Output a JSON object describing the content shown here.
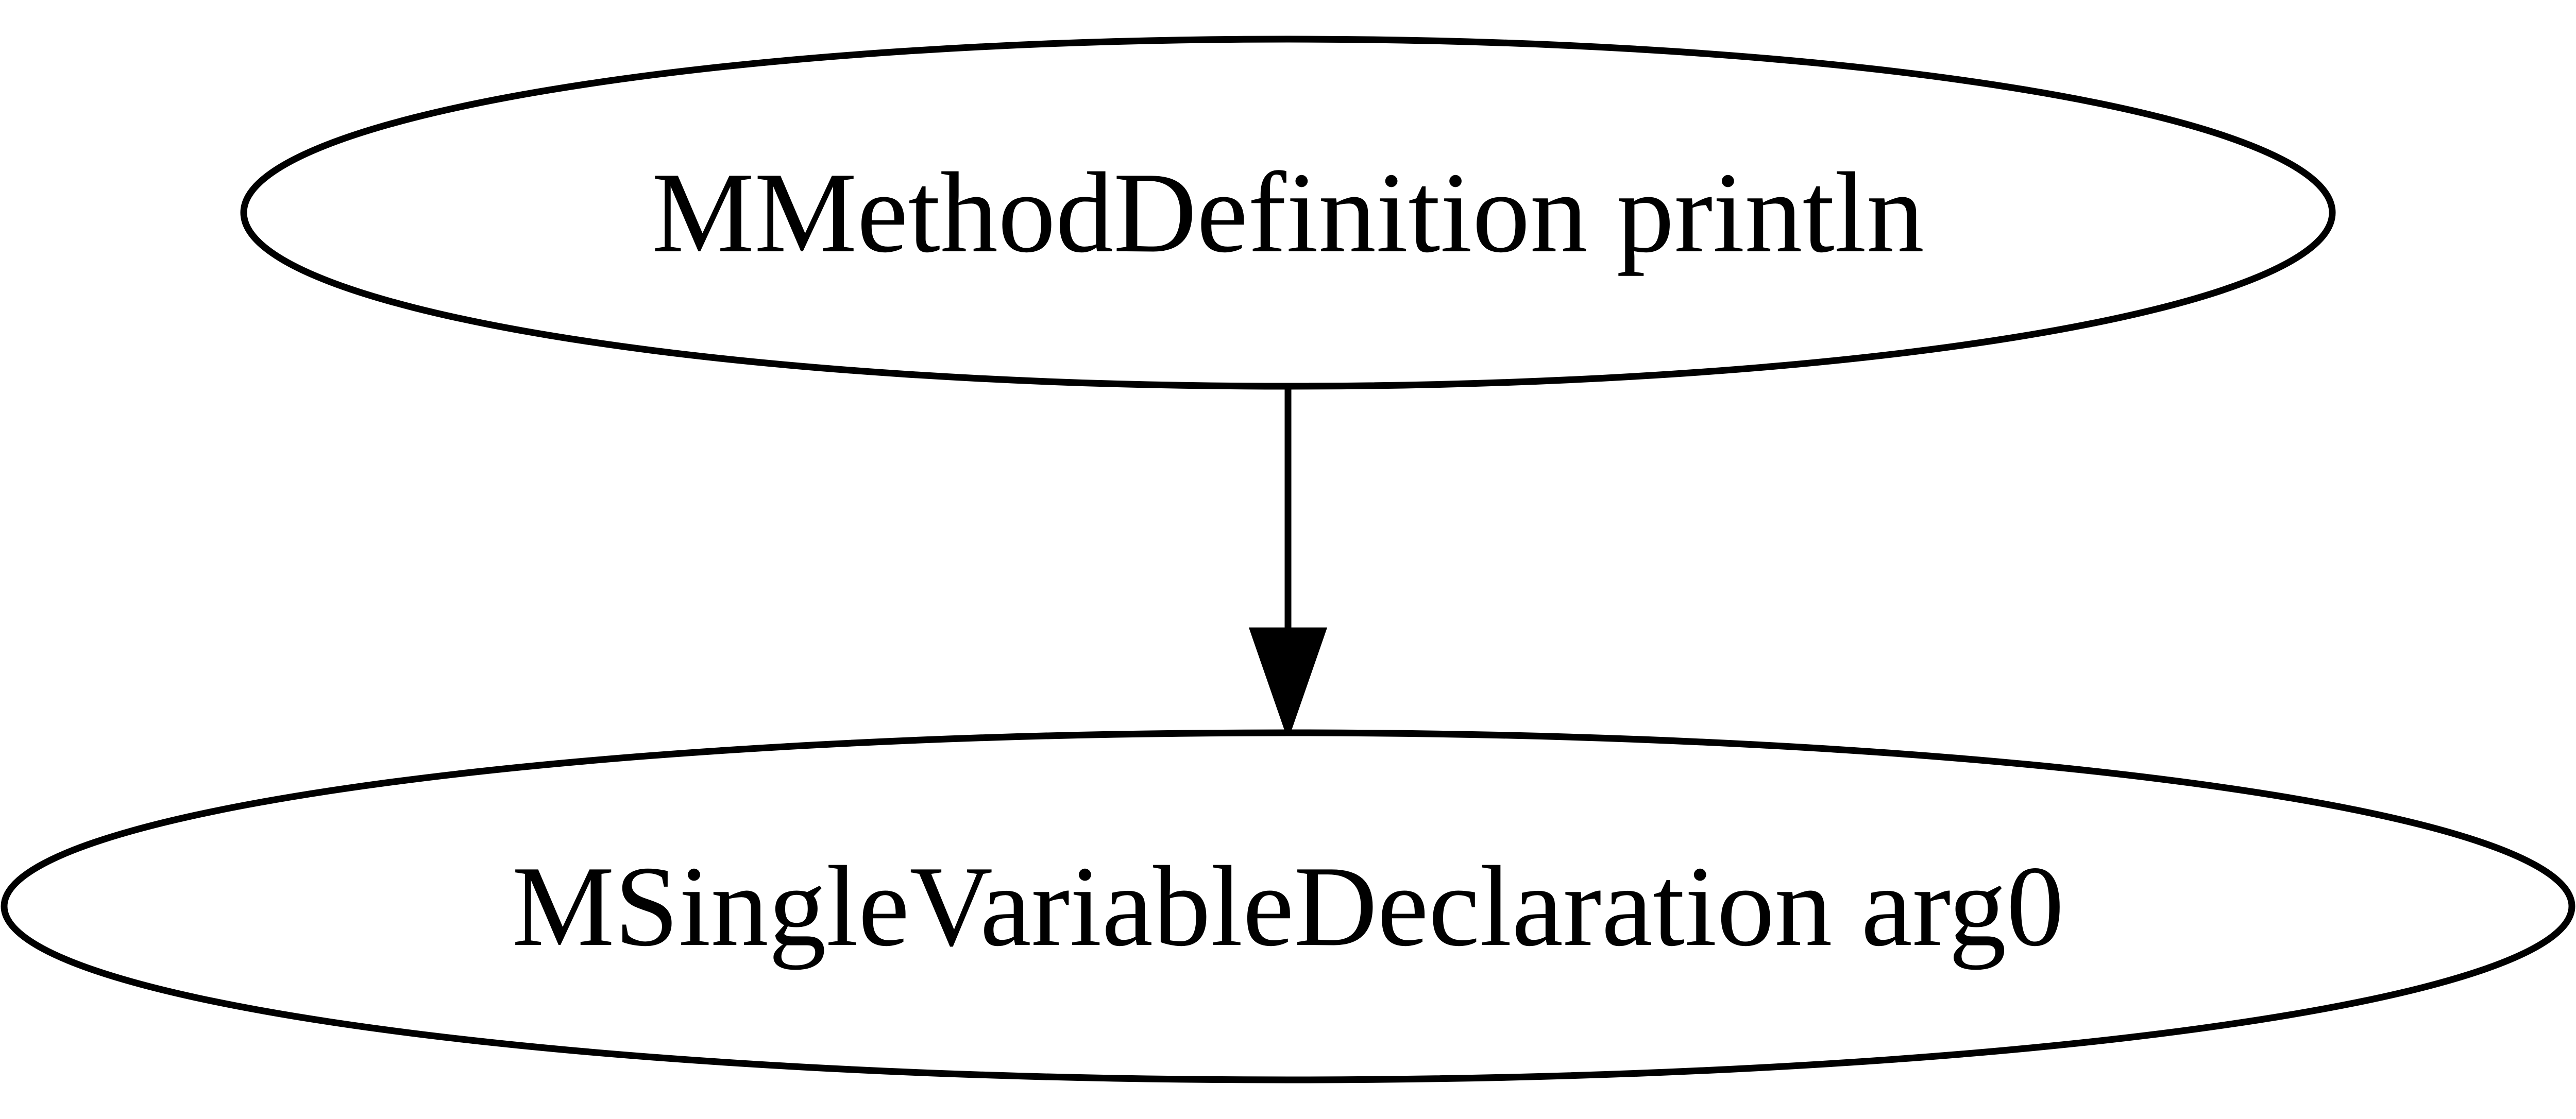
{
  "graph": {
    "nodes": [
      {
        "id": "method",
        "label": "MMethodDefinition println"
      },
      {
        "id": "param",
        "label": "MSingleVariableDeclaration arg0"
      }
    ],
    "edges": [
      {
        "from": "method",
        "to": "param"
      }
    ],
    "colors": {
      "stroke": "#000000",
      "fill": "#ffffff",
      "text": "#000000"
    }
  }
}
